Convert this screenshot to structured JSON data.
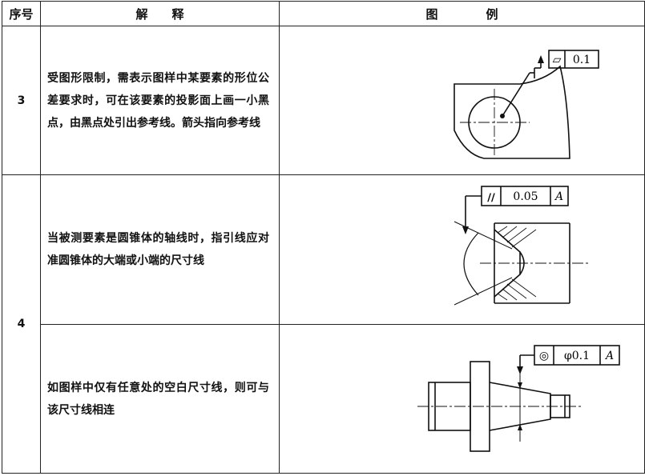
{
  "header": {
    "col_no": "序号",
    "col_exp": "解　　释",
    "col_fig": "图　　　　例"
  },
  "rows": [
    {
      "no": "3",
      "text": "受图形限制，需表示图样中某要素的形位公差要求时，可在该要素的投影面上画一小黑点，由黑点处引出参考线。箭头指向参考线",
      "frame": {
        "symbol": "▱",
        "value": "0.1"
      }
    },
    {
      "no": "4",
      "text": "当被测要素是圆锥体的轴线时，指引线应对准圆锥体的大端或小端的尺寸线",
      "frame": {
        "symbol": "//",
        "value": "0.05",
        "datum": "A"
      }
    },
    {
      "no": "",
      "text": "如图样中仅有任意处的空白尺寸线，则可与该尺寸线相连",
      "frame": {
        "symbol": "◎",
        "value": "φ0.1",
        "datum": "A"
      }
    }
  ]
}
